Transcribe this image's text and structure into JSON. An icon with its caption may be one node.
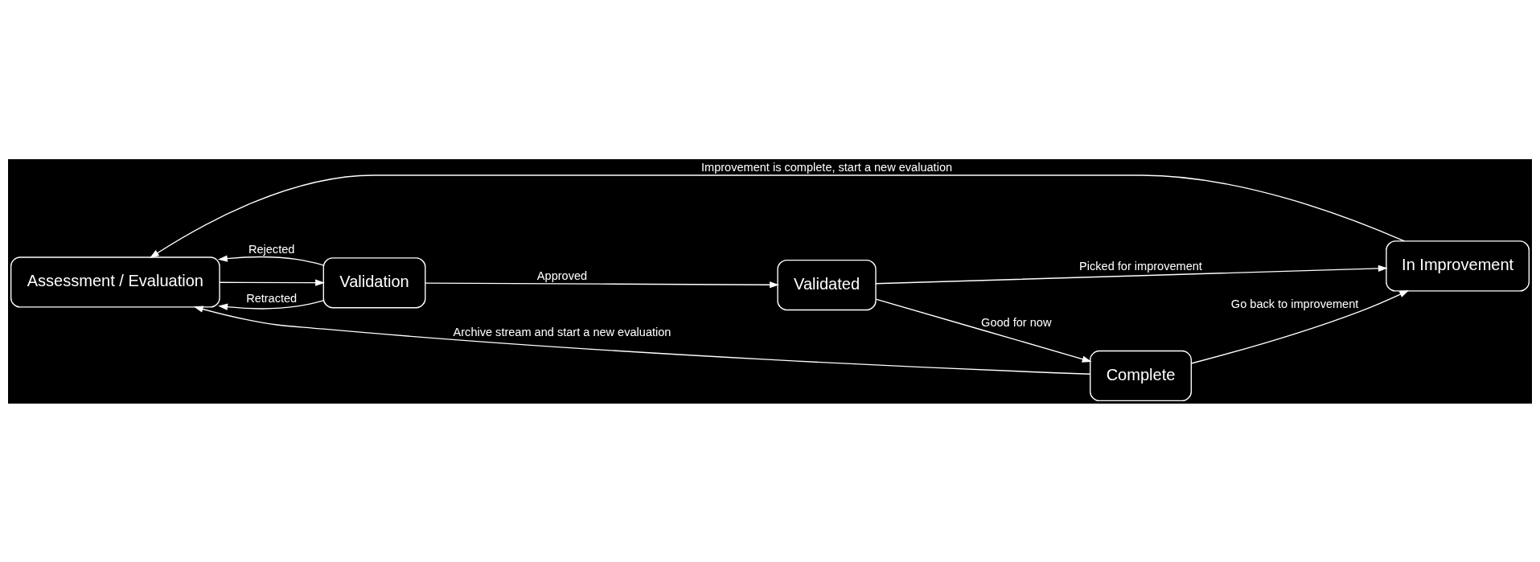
{
  "diagram": {
    "nodes": [
      {
        "text": [
          "Assessment / Evaluation"
        ]
      },
      {
        "text": [
          "Validation"
        ]
      },
      {
        "text": [
          "Validated"
        ]
      },
      {
        "text": [
          "In Improvement"
        ]
      },
      {
        "text": [
          "Complete"
        ]
      }
    ],
    "edges": [
      {
        "from": 0,
        "to": 1,
        "arrow": "to"
      },
      {
        "from": 1,
        "to": 0,
        "label": "Retracted",
        "arrow": "to"
      },
      {
        "from": 1,
        "to": 0,
        "label": "Rejected",
        "arrow": "to"
      },
      {
        "from": 1,
        "to": 2,
        "label": "Approved",
        "arrow": "to"
      },
      {
        "from": 2,
        "to": 3,
        "label": "Picked for improvement",
        "arrow": "to"
      },
      {
        "from": 2,
        "to": 4,
        "label": "Good for now",
        "arrow": "to"
      },
      {
        "from": 4,
        "to": 3,
        "label": "Go back to improvement",
        "arrow": "to"
      },
      {
        "from": 3,
        "to": 0,
        "label": "Improvement is complete, start a new evaluation",
        "arrow": "to"
      },
      {
        "from": 4,
        "to": 0,
        "label": "Archive stream and start a new evaluation",
        "arrow": "to"
      }
    ]
  }
}
